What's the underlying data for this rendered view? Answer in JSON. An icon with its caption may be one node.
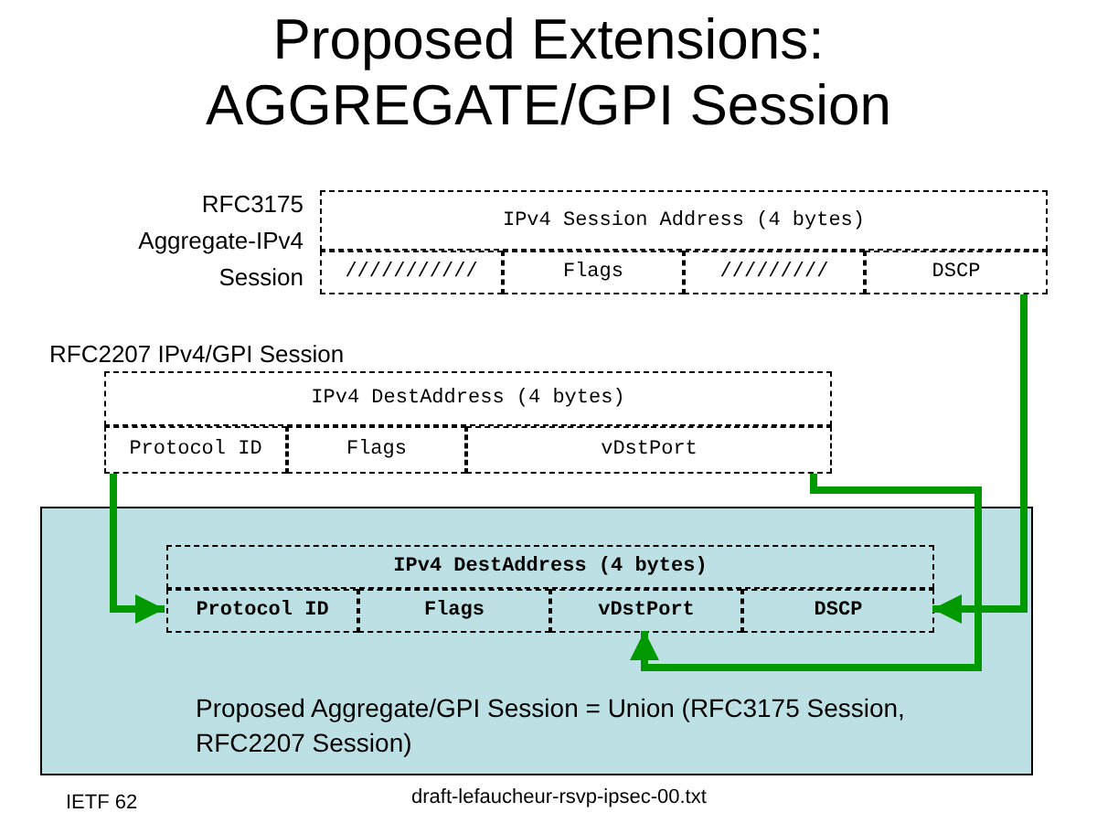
{
  "diagram": {
    "title": "Proposed Extensions: AGGREGATE/GPI Session",
    "nodes": [
      {
        "text": [
          "IPv4 Session Address (4 bytes)"
        ]
      },
      {
        "text": [
          "///////////"
        ]
      },
      {
        "text": [
          "Flags"
        ]
      },
      {
        "text": [
          "/////////"
        ]
      },
      {
        "text": [
          "DSCP"
        ]
      },
      {
        "text": [
          "IPv4 DestAddress (4 bytes)"
        ]
      },
      {
        "text": [
          "Protocol ID"
        ]
      },
      {
        "text": [
          "Flags"
        ]
      },
      {
        "text": [
          "vDstPort"
        ]
      },
      {
        "text": [
          "Proposed Aggregate/GPI Session = Union (RFC3175 Session, RFC2207 Session)"
        ]
      },
      {
        "text": [
          "IPv4 DestAddress (4 bytes)"
        ],
        "in": 9
      },
      {
        "text": [
          "Protocol ID"
        ],
        "in": 9
      },
      {
        "text": [
          "Flags"
        ],
        "in": 9
      },
      {
        "text": [
          "vDstPort"
        ],
        "in": 9
      },
      {
        "text": [
          "DSCP"
        ],
        "in": 9
      }
    ],
    "edges": [
      {
        "from": 6,
        "to": 11,
        "arrow": "to"
      },
      {
        "from": 8,
        "to": 13,
        "arrow": "to"
      },
      {
        "from": 4,
        "to": 14,
        "arrow": "to"
      }
    ],
    "labels": [
      "RFC3175 Aggregate-IPv4 Session",
      "RFC2207 IPv4/GPI Session",
      "IETF 62",
      "draft-lefaucheur-rsvp-ipsec-00.txt"
    ]
  }
}
